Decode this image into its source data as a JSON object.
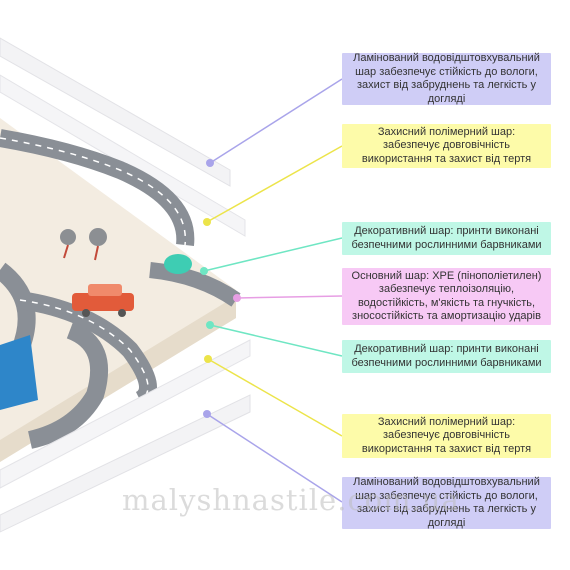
{
  "colors": {
    "lavender": "#cfcdf6",
    "yellow": "#fdfba9",
    "mint": "#bff7e6",
    "pink": "#f7c9f5",
    "lavender_dot": "#a9a4ea",
    "yellow_dot": "#ece44a",
    "mint_dot": "#6fe6c3",
    "pink_dot": "#e79ee4"
  },
  "labels": [
    {
      "text": "Ламінований водовідштовхувальний шар забезпечує стійкість до вологи, захист від забруднень та легкість у догляді",
      "color": "lavender"
    },
    {
      "text": "Захисний полімерний шар: забезпечує довговічність використання та захист від тертя",
      "color": "yellow"
    },
    {
      "text": "Декоративний шар: принти виконані безпечними рослинними барвниками",
      "color": "mint"
    },
    {
      "text": "Основний шар: XPE (пінополіетилен) забезпечує теплоізоляцію, водостійкість, м'якість та гнучкість, зносостійкість та амортизацію ударів",
      "color": "pink"
    },
    {
      "text": "Декоративний шар: принти виконані безпечними рослинними барвниками",
      "color": "mint"
    },
    {
      "text": "Захисний полімерний шар: забезпечує довговічність використання та захист від тертя",
      "color": "yellow"
    },
    {
      "text": "Ламінований водовідштовхувальний шар забезпечує стійкість до вологи, захист від забруднень та легкість у догляді",
      "color": "lavender"
    }
  ],
  "watermark": "malyshnastile.com.ua"
}
